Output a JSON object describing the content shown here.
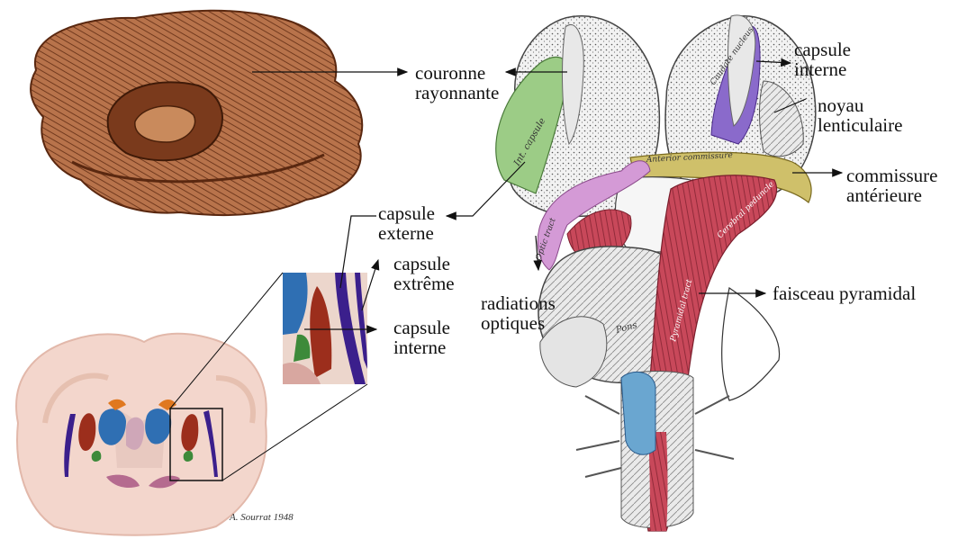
{
  "labels": {
    "couronne_rayonnante": [
      "couronne",
      "rayonnante"
    ],
    "capsule_externe": [
      "capsule",
      "externe"
    ],
    "capsule_extreme": [
      "capsule",
      "extrême"
    ],
    "capsule_interne_inset": [
      "capsule",
      "interne"
    ],
    "radiations_optiques": [
      "radiations",
      "optiques"
    ],
    "capsule_interne_top": [
      "capsule",
      "interne"
    ],
    "noyau_lenticulaire": [
      "noyau",
      "lenticulaire"
    ],
    "commissure_anterieure": [
      "commissure",
      "antérieure"
    ],
    "faisceau_pyramidal": [
      "faisceau pyramidal"
    ]
  },
  "engraving_text": {
    "int_capsule": "Int. capsule",
    "caudate_nucleus": "Caudate nucleus",
    "ant_commissure": "Anterior commissure",
    "cerebral_peduncle": "Cerebral peduncle",
    "optic_tract": "Optic tract",
    "pons": "Pons",
    "pyramidal_tract": "Pyramidal tract"
  },
  "signature": "A. Sourrat 1948",
  "colors": {
    "caudate_blue": "#2f6fb3",
    "putamen_red": "#9c2e1c",
    "pallidum_green": "#3d8a3a",
    "capsule_purple": "#3b1f8c",
    "thalamus_orange": "#e0781f",
    "radiata_brown": "#8b4a2a",
    "pyramidal_red": "#c8485a",
    "commissure_yellow": "#cfc06a",
    "capsule_green": "#9ccc86",
    "optic_pink": "#d49ad6",
    "capsule_violet": "#8a6acb",
    "ventricle_blue": "#6aa6d0"
  }
}
